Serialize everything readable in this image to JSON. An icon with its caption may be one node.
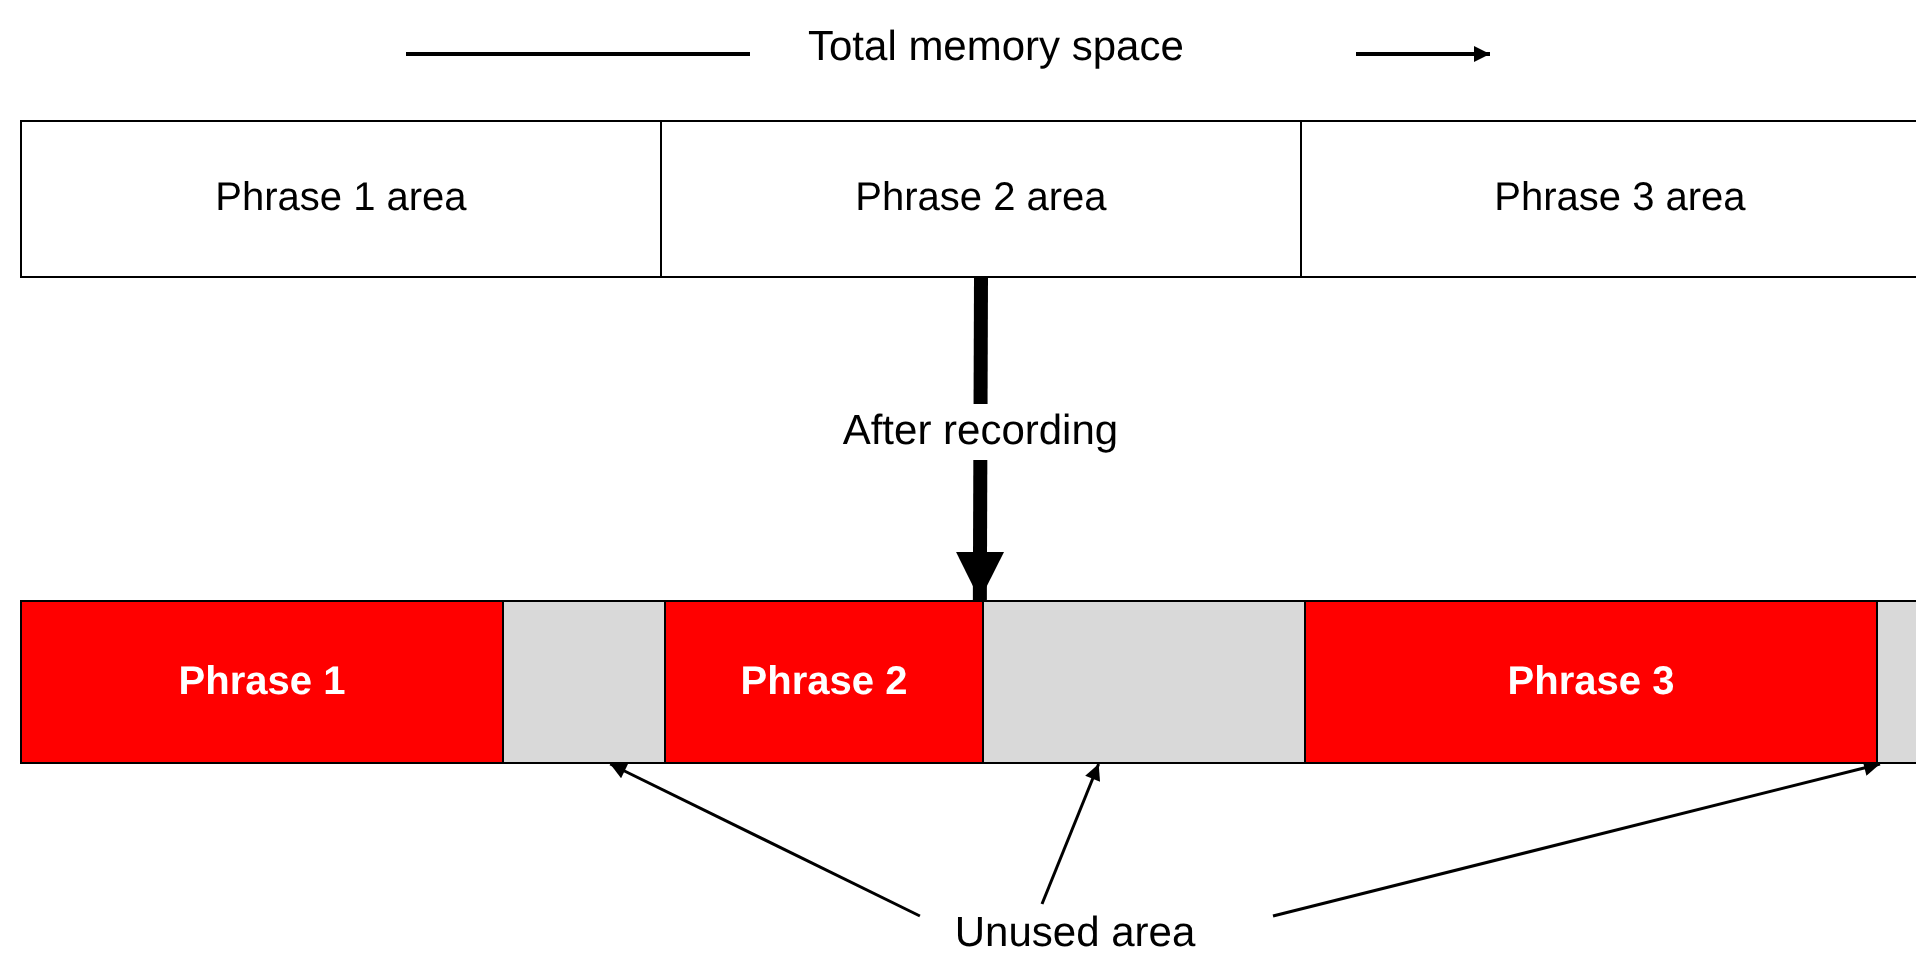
{
  "diagram": {
    "nodes": [
      {
        "text": [
          "Phrase 1 area"
        ]
      },
      {
        "text": [
          "Phrase 2 area"
        ]
      },
      {
        "text": [
          "Phrase 3 area"
        ]
      },
      {
        "text": [
          "Phrase 1"
        ]
      },
      {
        "text": [],
        "shape": "box"
      },
      {
        "text": [
          "Phrase 2"
        ]
      },
      {
        "text": [],
        "shape": "box"
      },
      {
        "text": [
          "Phrase 3"
        ]
      },
      {
        "text": [],
        "shape": "box"
      },
      {
        "text": [
          "Unused area"
        ]
      }
    ],
    "edges": [
      {
        "from": 1,
        "to": 5,
        "arrow": "to",
        "label": "After recording",
        "style": "thick"
      },
      {
        "from": 9,
        "to": 4,
        "arrow": "to"
      },
      {
        "from": 9,
        "to": 6,
        "arrow": "to"
      },
      {
        "from": 9,
        "to": 8,
        "arrow": "to"
      }
    ],
    "labels": [
      "Total memory space"
    ]
  }
}
